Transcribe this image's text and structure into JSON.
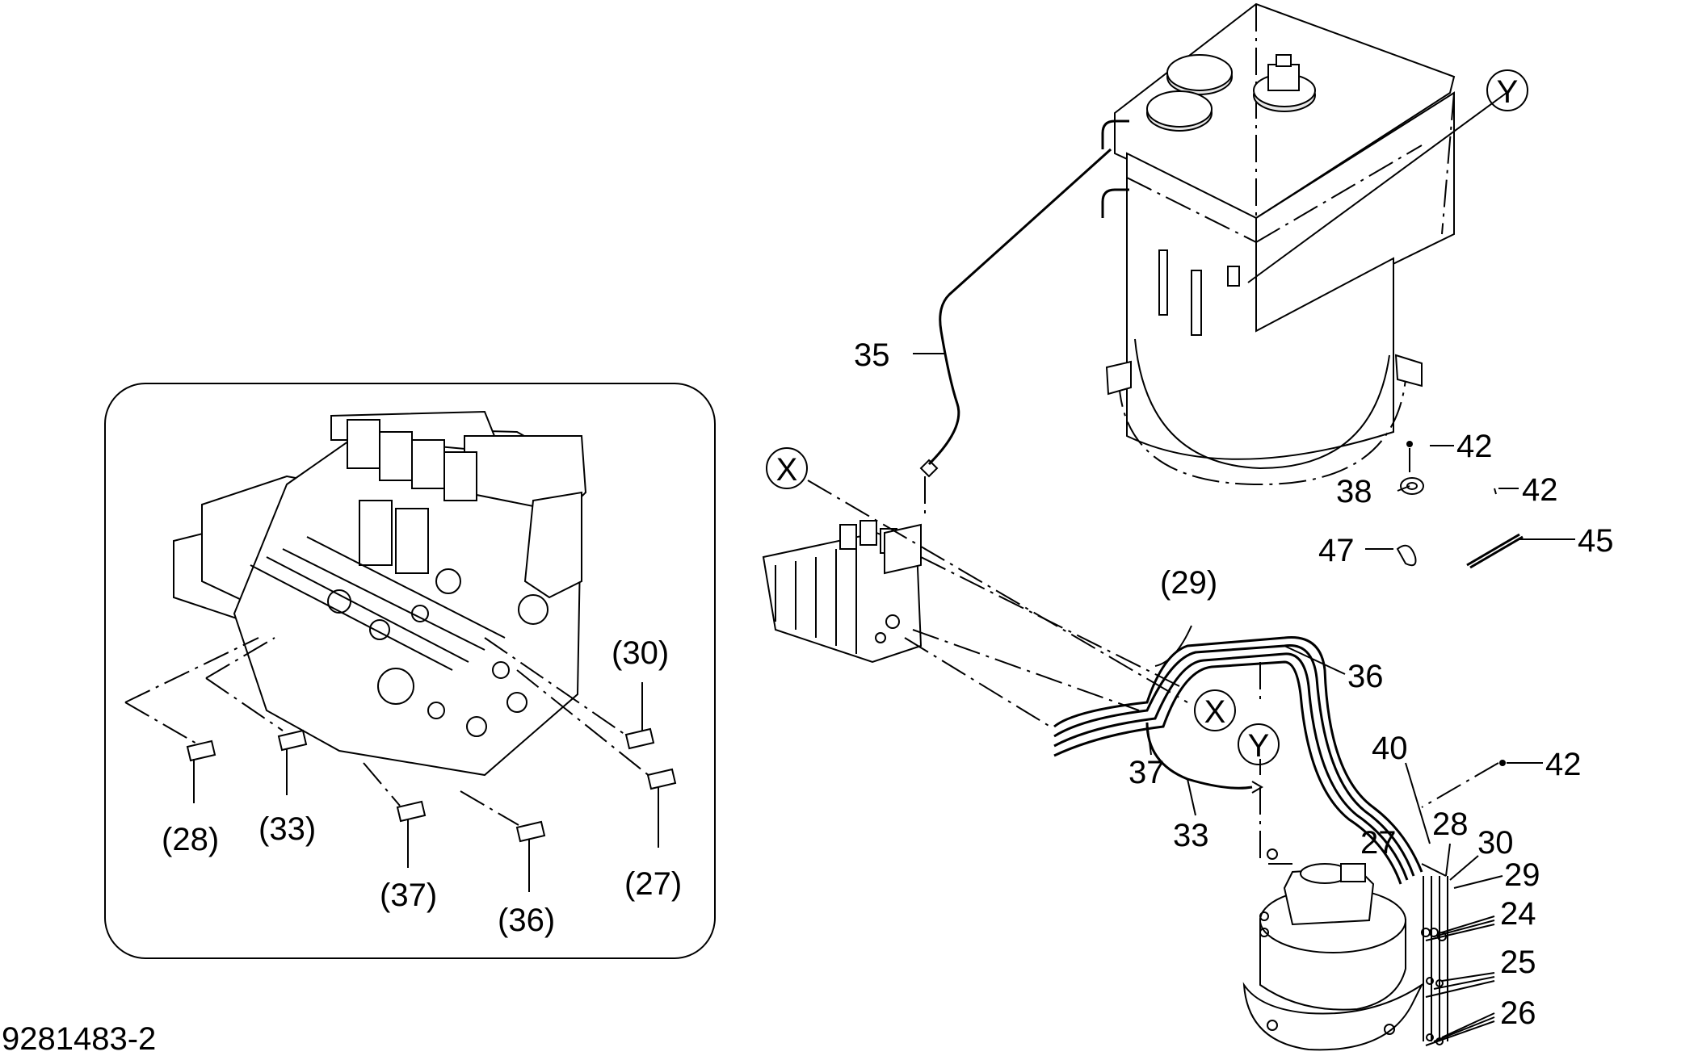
{
  "drawing_number": "9281483-2",
  "callouts": {
    "c35": "35",
    "c42a": "42",
    "c38": "38",
    "c42b": "42",
    "c47": "47",
    "c45": "45",
    "c29p": "(29)",
    "c36": "36",
    "c40": "40",
    "c42c": "42",
    "c28": "28",
    "c27": "27",
    "c30": "30",
    "c29": "29",
    "c24": "24",
    "c25": "25",
    "c26": "26",
    "c37": "37",
    "c33": "33"
  },
  "reference_markers": {
    "x_top": "X",
    "x_mid": "X",
    "y_top": "Y",
    "y_mid": "Y"
  },
  "inset_callouts": {
    "i30": "(30)",
    "i28": "(28)",
    "i33": "(33)",
    "i37": "(37)",
    "i36": "(36)",
    "i27": "(27)"
  }
}
